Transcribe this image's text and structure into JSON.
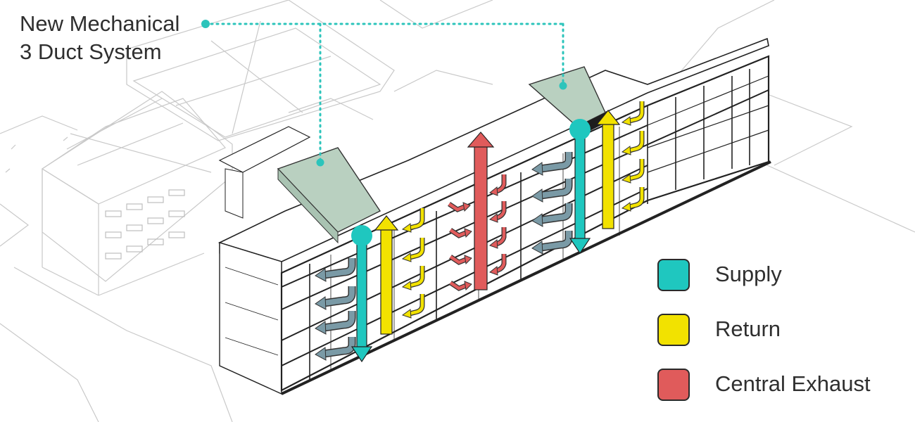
{
  "callout": {
    "line1": "New Mechanical",
    "line2": "3 Duct System"
  },
  "legend": [
    {
      "label": "Supply",
      "color": "#1fc7bf"
    },
    {
      "label": "Return",
      "color": "#f2e200"
    },
    {
      "label": "Central Exhaust",
      "color": "#e05b5b"
    }
  ],
  "colors": {
    "supply": "#1fc7bf",
    "return": "#f2e200",
    "exhaust": "#e05b5b",
    "supply_branch": "#7a9aa6",
    "duct_box": "#b9d0c0",
    "leader": "#2cc4bb",
    "line": "#222222",
    "context_line": "#c8c8c8"
  }
}
